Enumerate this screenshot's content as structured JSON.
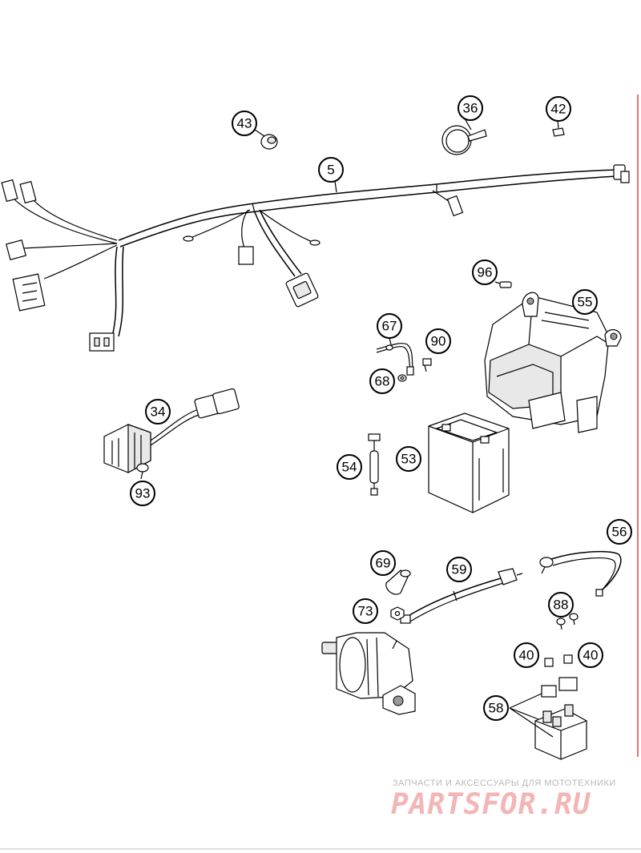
{
  "colors": {
    "line": "#000000",
    "frame_accent": "#d24a4a",
    "watermark": "#f3b5b5",
    "watermark_tag": "#b8b8b8"
  },
  "callouts": {
    "c5": "5",
    "c43": "43",
    "c36": "36",
    "c42": "42",
    "c96": "96",
    "c55": "55",
    "c67": "67",
    "c90": "90",
    "c68": "68",
    "c34": "34",
    "c93": "93",
    "c54": "54",
    "c53": "53",
    "c56": "56",
    "c69": "69",
    "c59": "59",
    "c73": "73",
    "c88": "88",
    "c40a": "40",
    "c40b": "40",
    "c58": "58"
  },
  "watermark": {
    "tagline": "ЗАПЧАСТИ И АКСЕССУАРЫ ДЛЯ МОТОТЕХНИКИ",
    "logo": "PARTSFOR.RU"
  }
}
